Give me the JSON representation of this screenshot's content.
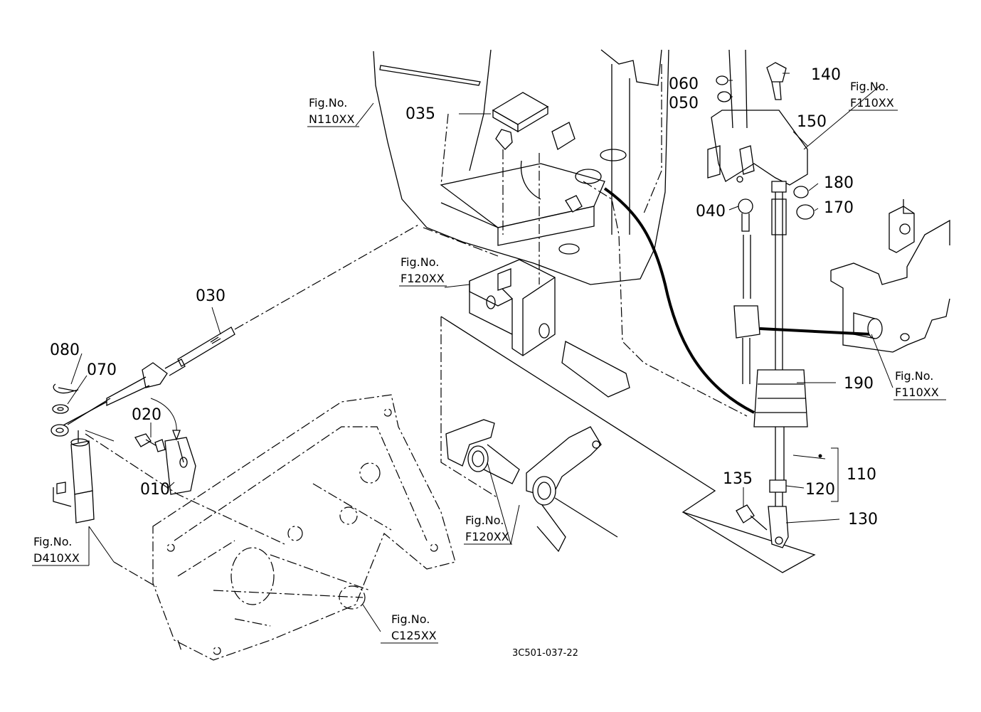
{
  "diagram": {
    "drawing_code": "3C501-037-22",
    "part_labels": {
      "p010": "010",
      "p020": "020",
      "p030": "030",
      "p035": "035",
      "p040": "040",
      "p050": "050",
      "p060": "060",
      "p070": "070",
      "p080": "080",
      "p110": "110",
      "p120": "120",
      "p130": "130",
      "p135": "135",
      "p140": "140",
      "p150": "150",
      "p170": "170",
      "p180": "180",
      "p190": "190"
    },
    "figure_refs": {
      "fig_prefix": "Fig.No.",
      "n110": "N110XX",
      "f120_top": "F120XX",
      "f120_bottom": "F120XX",
      "f110_top": "F110XX",
      "f110_right": "F110XX",
      "d410": "D410XX",
      "c125": "C125XX"
    }
  }
}
